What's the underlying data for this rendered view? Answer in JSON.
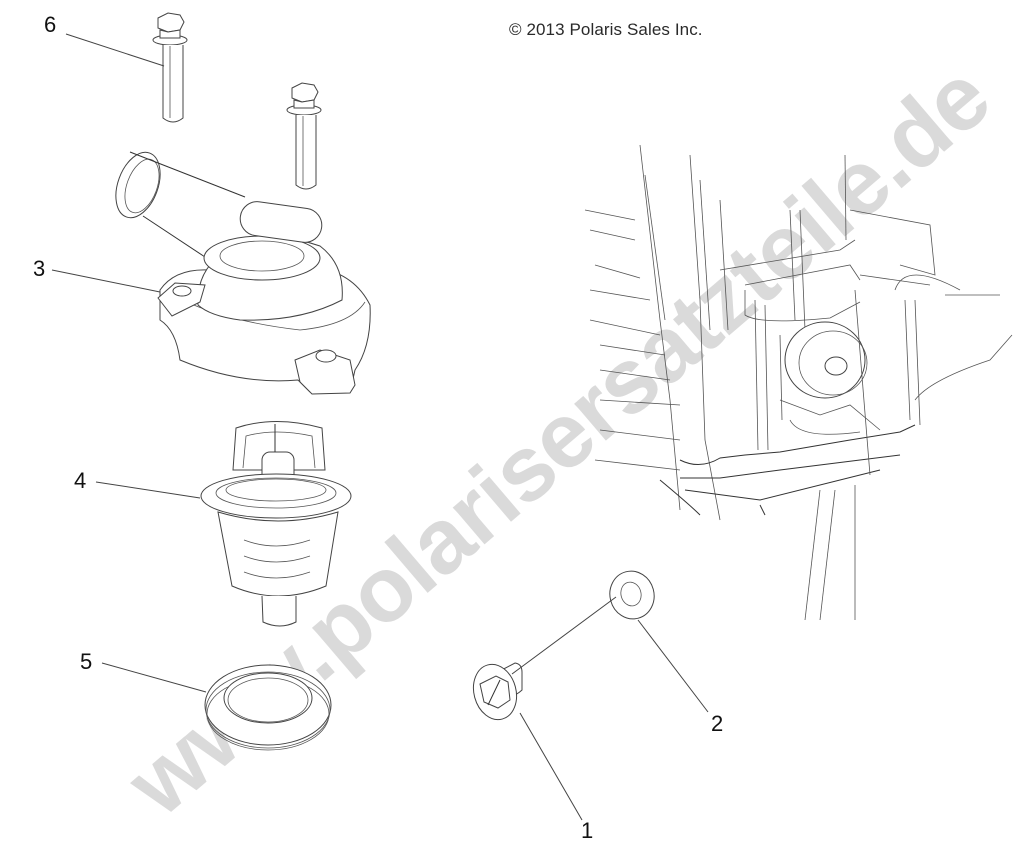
{
  "diagram": {
    "type": "exploded-parts-diagram",
    "copyright": "© 2013 Polaris Sales Inc.",
    "watermark": "www.polarisersatzteile.de",
    "callouts": [
      {
        "number": "1",
        "part": "screw (slotted hex-head, flanged)"
      },
      {
        "number": "2",
        "part": "washer"
      },
      {
        "number": "3",
        "part": "thermostat housing cover with hose outlet"
      },
      {
        "number": "4",
        "part": "thermostat"
      },
      {
        "number": "5",
        "part": "thermostat seal ring"
      },
      {
        "number": "6",
        "part": "flange bolt (x2)"
      }
    ],
    "assembly_view": "engine casing section (mounting area)",
    "colors": {
      "line": "#333333",
      "watermark": "#d9d9d9",
      "background": "#ffffff"
    }
  }
}
